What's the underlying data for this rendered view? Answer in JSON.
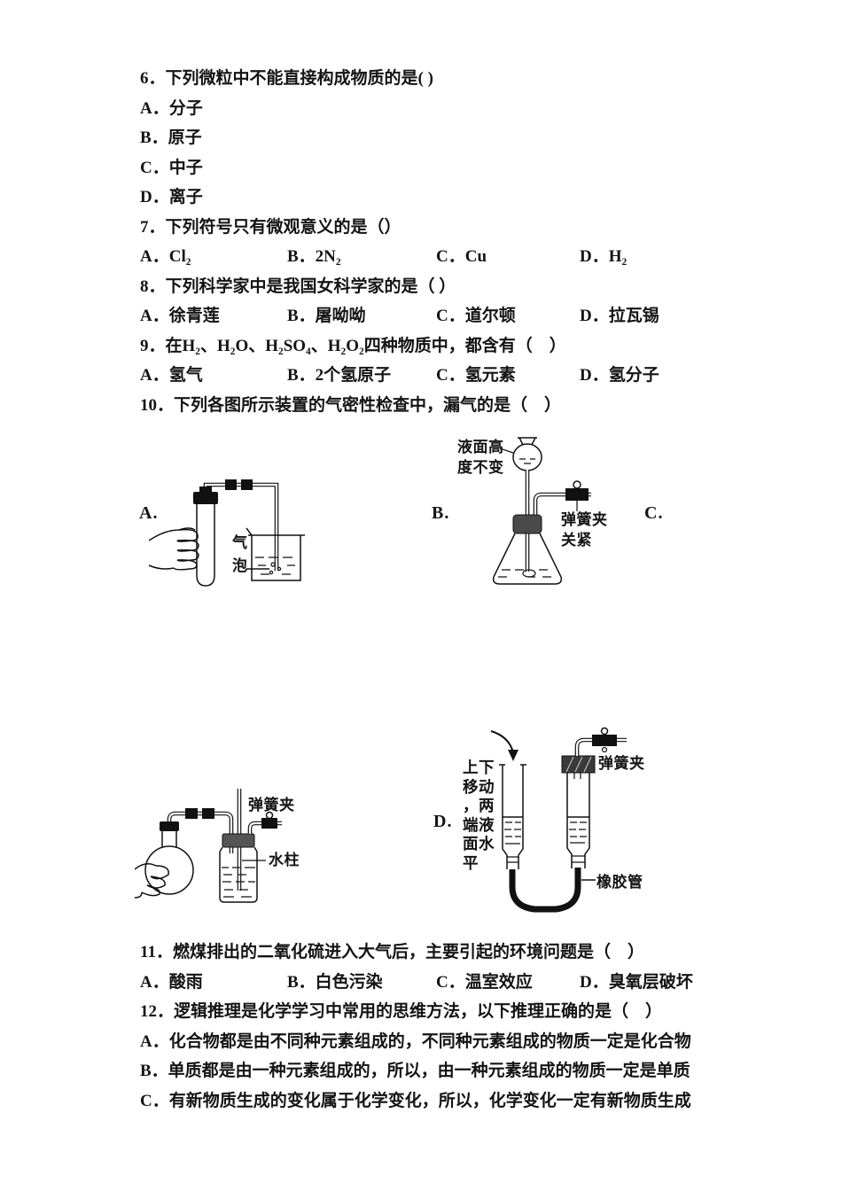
{
  "q6": {
    "stem": "6．下列微粒中不能直接构成物质的是( )",
    "opts": [
      "A．分子",
      "B．原子",
      "C．中子",
      "D．离子"
    ]
  },
  "q7": {
    "stem": "7．下列符号只有微观意义的是（）",
    "opts": [
      "A．Cl₂",
      "B．2N₂",
      "C．Cu",
      "D．H₂"
    ]
  },
  "q8": {
    "stem": "8．下列科学家中是我国女科学家的是（ ）",
    "opts": [
      "A．徐青莲",
      "B．屠呦呦",
      "C．道尔顿",
      "D．拉瓦锡"
    ]
  },
  "q9": {
    "stem": "9．在H₂、H₂O、H₂SO₄、H₂O₂四种物质中，都含有（　）",
    "opts": [
      "A．氢气",
      "B．2个氢原子",
      "C．氢元素",
      "D．氢分子"
    ]
  },
  "q10": {
    "stem": "10．下列各图所示装置的气密性检查中，漏气的是（　）"
  },
  "figures": {
    "a": {
      "letter": "A.",
      "bubble": "气泡"
    },
    "b": {
      "letter": "B.",
      "level": "液面高度不变",
      "clip": "弹簧夹关紧"
    },
    "c": {
      "letter": "C.",
      "clip": "弹簧夹",
      "column": "水柱"
    },
    "d": {
      "letter": "D.",
      "move": "上下移动，两端液面水平",
      "clip": "弹簧夹",
      "rubber": "橡胶管"
    }
  },
  "q11": {
    "stem": "11．燃煤排出的二氧化硫进入大气后，主要引起的环境问题是（　）",
    "opts": [
      "A．酸雨",
      "B．白色污染",
      "C．温室效应",
      "D．臭氧层破坏"
    ]
  },
  "q12": {
    "stem": "12．逻辑推理是化学学习中常用的思维方法，以下推理正确的是（　）",
    "opts": [
      "A．化合物都是由不同种元素组成的，不同种元素组成的物质一定是化合物",
      "B．单质都是由一种元素组成的，所以，由一种元素组成的物质一定是单质",
      "C．有新物质生成的变化属于化学变化，所以，化学变化一定有新物质生成"
    ]
  }
}
